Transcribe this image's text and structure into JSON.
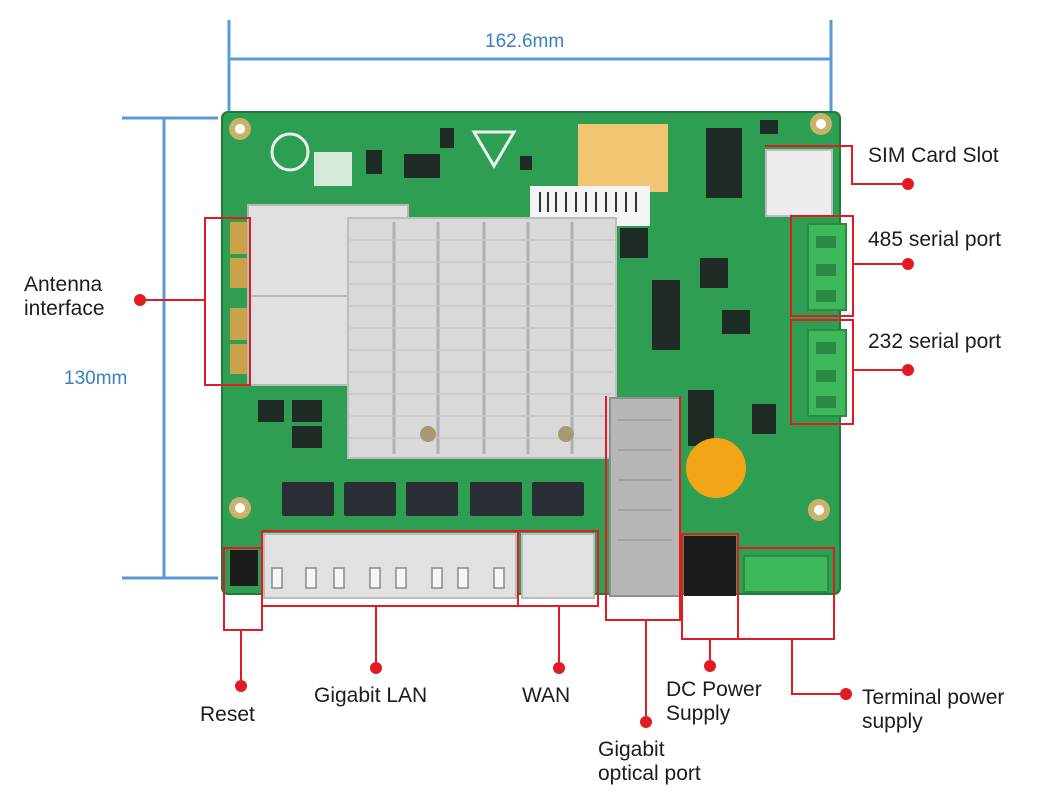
{
  "dimensions": {
    "width": "162.6mm",
    "height": "130mm",
    "line_color": "#5b9bd5"
  },
  "colors": {
    "pcb": "#2e9e52",
    "callout": "#e01b24",
    "heatsink": "#d9d9d9",
    "terminal": "#3db85a",
    "gold_pad": "#f2c572",
    "buzzer": "#f2a516"
  },
  "labels": {
    "antenna": [
      "Antenna",
      "interface"
    ],
    "sim_card_slot": "SIM Card Slot",
    "rs485": "485 serial port",
    "rs232": "232 serial port",
    "reset": "Reset",
    "gigabit_lan": "Gigabit LAN",
    "wan": "WAN",
    "optical": [
      "Gigabit",
      "optical port"
    ],
    "dc_power": [
      "DC Power",
      "Supply"
    ],
    "terminal_power": [
      "Terminal power",
      "supply"
    ]
  }
}
